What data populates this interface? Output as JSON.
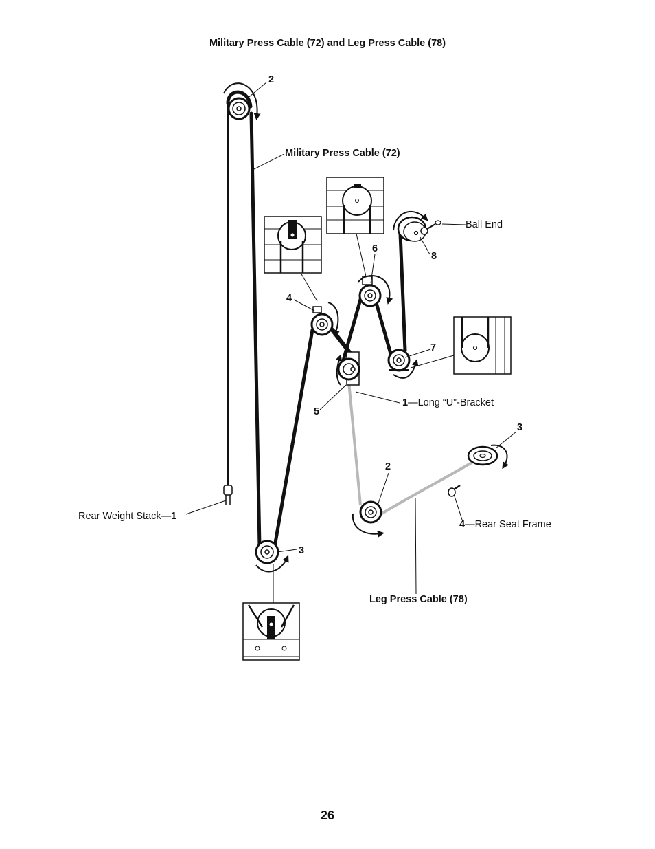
{
  "title": "Military Press Cable (72) and Leg Press Cable (78)",
  "page_number": "26",
  "labels": {
    "military_cable": "Military Press Cable (72)",
    "leg_cable": "Leg Press Cable (78)",
    "ball_end": "Ball End",
    "rear_weight_stack": "Rear Weight Stack—",
    "rear_weight_stack_num": "1",
    "u_bracket_num": "1",
    "u_bracket": "—Long “U”-Bracket",
    "rear_seat_num": "4",
    "rear_seat": "—Rear Seat Frame"
  },
  "callouts": {
    "top_pulley": "2",
    "bottom_pulley": "3",
    "pulley_4": "4",
    "pulley_5": "5",
    "pulley_6": "6",
    "pulley_7": "7",
    "pulley_8": "8",
    "leg_pulley_2": "2",
    "leg_pulley_3": "3"
  },
  "colors": {
    "cable_military": "#111111",
    "cable_leg": "#b8b8b8",
    "line": "#111111"
  }
}
